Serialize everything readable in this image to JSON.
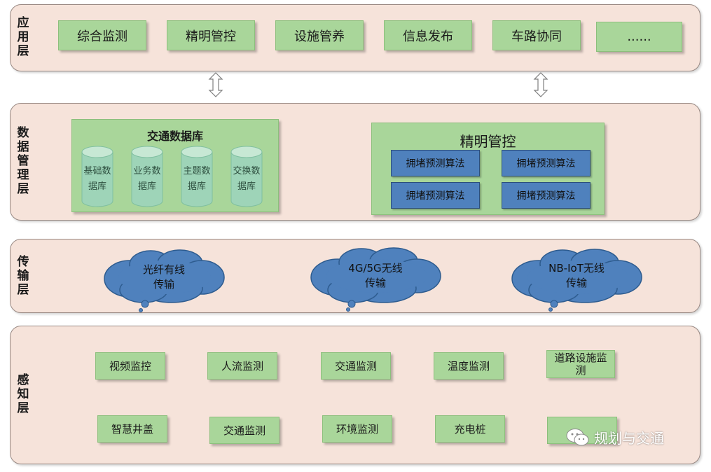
{
  "layers": {
    "application": {
      "label": "应用层",
      "items": [
        "综合监测",
        "精明管控",
        "设施管养",
        "信息发布",
        "车路协同",
        "......"
      ]
    },
    "data": {
      "label": "数据管理层",
      "database": {
        "title": "交通数据库",
        "items": [
          "基础数据库",
          "业务数据库",
          "主题数据库",
          "交换数据库"
        ]
      },
      "control": {
        "title": "精明管控",
        "items": [
          "拥堵预测算法",
          "拥堵预测算法",
          "拥堵预测算法",
          "拥堵预测算法"
        ]
      }
    },
    "transmission": {
      "label": "传输层",
      "clouds": [
        {
          "line1": "光纤有线",
          "line2": "传输"
        },
        {
          "line1": "4G/5G无线",
          "line2": "传输"
        },
        {
          "line1": "NB-IoT无线",
          "line2": "传输"
        }
      ]
    },
    "perception": {
      "label": "感知层",
      "row1": [
        "视频监控",
        "人流监测",
        "交通监测",
        "温度监测",
        "道路设施监测"
      ],
      "row2": [
        "智慧井盖",
        "交通监测",
        "环境监测",
        "充电桩",
        ""
      ]
    }
  },
  "watermark": {
    "text": "规划与交通",
    "icon": "wechat-icon"
  },
  "colors": {
    "layer_bg": "#f6e3da",
    "green_box": "#a9d69a",
    "blue_box": "#4f81bd",
    "cloud": "#4f81bd"
  }
}
